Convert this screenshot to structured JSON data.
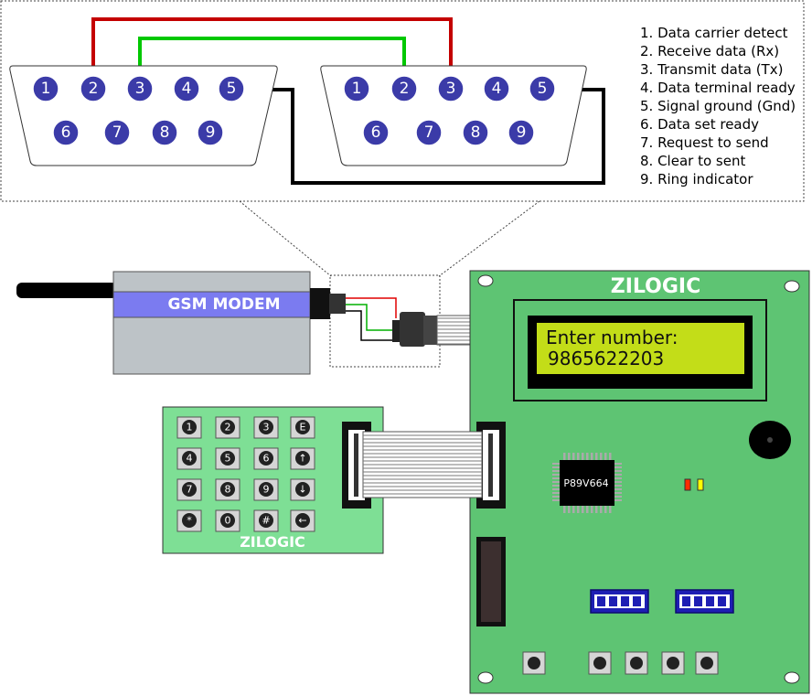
{
  "serial_diagram": {
    "connector_left": {
      "top_pins": [
        "1",
        "2",
        "3",
        "4",
        "5"
      ],
      "bottom_pins": [
        "6",
        "7",
        "8",
        "9"
      ]
    },
    "connector_right": {
      "top_pins": [
        "1",
        "2",
        "3",
        "4",
        "5"
      ],
      "bottom_pins": [
        "6",
        "7",
        "8",
        "9"
      ]
    },
    "legend": [
      "1. Data carrier detect",
      "2. Receive data (Rx)",
      "3. Transmit data (Tx)",
      "4. Data terminal ready",
      "5. Signal ground (Gnd)",
      "6. Data set ready",
      "7. Request to send",
      "8. Clear to sent",
      "9. Ring indicator"
    ],
    "wire_colors": {
      "rx_tx_cross_a": "#c00000",
      "rx_tx_cross_b": "#00c000",
      "ground": "#000000"
    }
  },
  "modem": {
    "label": "GSM MODEM",
    "band_color": "#7b7bf0",
    "body_color": "#bdc3c7"
  },
  "board": {
    "title": "ZILOGIC",
    "color": "#5ec473",
    "lcd": {
      "line1": "Enter number:",
      "line2": "9865622203",
      "screen_color": "#c3dd18"
    },
    "chip_label": "P89V664",
    "led_colors": [
      "#ff2a00",
      "#ffff00"
    ]
  },
  "keypad": {
    "title": "ZILOGIC",
    "color": "#7edf95",
    "keys": [
      [
        "1",
        "2",
        "3",
        "E"
      ],
      [
        "4",
        "5",
        "6",
        "↑"
      ],
      [
        "7",
        "8",
        "9",
        "↓"
      ],
      [
        "*",
        "0",
        "#",
        "←"
      ]
    ]
  }
}
